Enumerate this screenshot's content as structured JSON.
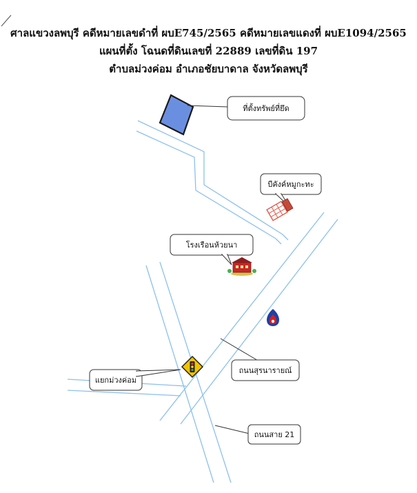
{
  "header": {
    "line1": "ศาลแขวงลพบุรี คดีหมายเลขดำที่ ผบE745/2565 คดีหมายเลขแดงที่ ผบE1094/2565",
    "line2": "แผนที่ตั้ง โฉนดที่ดินเลขที่ 22889 เลขที่ดิน 197",
    "line3": "ตำบลม่วงค่อม อำเภอชัยบาดาล จังหวัดลพบุรี"
  },
  "labels": {
    "property": "ที่ตั้งทรัพย์ที่ยึด",
    "restaurant": "บีคังค์หมูกะทะ",
    "school": "โรงเรือนห้วยนา",
    "junction": "แยกม่วงค่อม",
    "road_main": "ถนนสุรนารายณ์",
    "road_21": "ถนนสาย 21"
  },
  "colors": {
    "road": "#8cc0ee",
    "parcel_fill": "#6b8fe0",
    "parcel_stroke": "#1a1a1a",
    "ptt_blue": "#1f3fa8",
    "ptt_red": "#d62020",
    "signal_yellow": "#f2c200"
  },
  "icons": {
    "property": "parcel-polygon",
    "restaurant": "restaurant-building-icon",
    "school": "school-building-icon",
    "fuel": "ptt-fuel-station-icon",
    "traffic": "traffic-light-sign-icon"
  }
}
